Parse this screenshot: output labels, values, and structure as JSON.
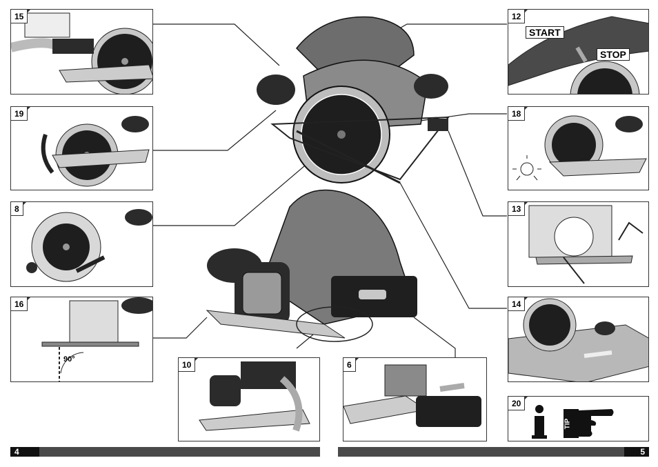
{
  "figures": {
    "f15": {
      "num": "15"
    },
    "f19": {
      "num": "19"
    },
    "f8": {
      "num": "8"
    },
    "f16": {
      "num": "16",
      "angle_label": "90°"
    },
    "f10": {
      "num": "10"
    },
    "f6": {
      "num": "6"
    },
    "f12": {
      "num": "12",
      "start_label": "START",
      "stop_label": "STOP"
    },
    "f18": {
      "num": "18"
    },
    "f13": {
      "num": "13"
    },
    "f14": {
      "num": "14"
    },
    "f20": {
      "num": "20",
      "tip_label": "TIP"
    }
  },
  "footer": {
    "left_page": "4",
    "right_page": "5"
  },
  "colors": {
    "dark": "#2b2b2b",
    "mid": "#7a7a7a",
    "light": "#c8c8c8",
    "bar": "#4a4a4a"
  }
}
